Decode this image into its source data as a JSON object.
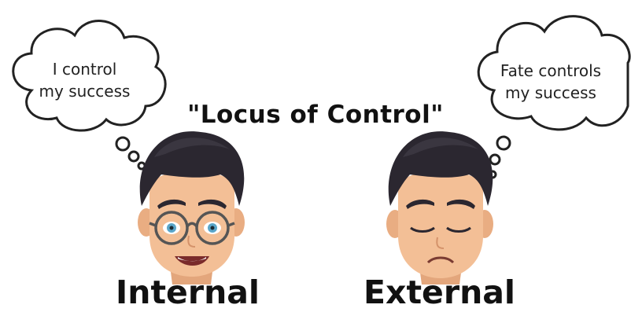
{
  "title": "\"Locus of Control\"",
  "left": {
    "thought_lines": [
      "I control",
      "my success"
    ],
    "label": "Internal"
  },
  "right": {
    "thought_lines": [
      "Fate controls",
      "my success"
    ],
    "label": "External"
  },
  "colors": {
    "skin": "#f3bf96",
    "skin_shadow": "#e3a67c",
    "hair": "#2b2730",
    "eye_blue": "#5aa6c9",
    "text": "#111111",
    "outline": "#222222"
  }
}
